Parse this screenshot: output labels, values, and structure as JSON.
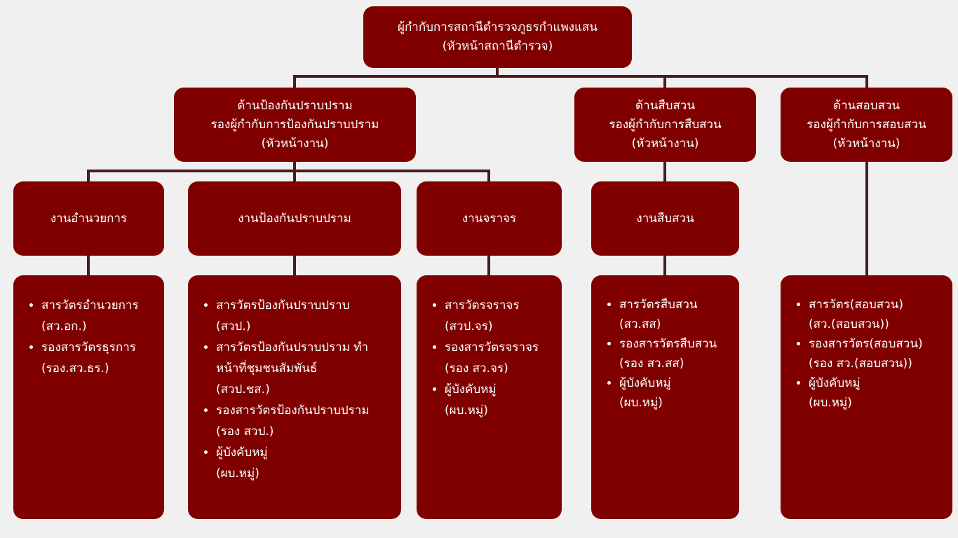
{
  "head": {
    "title": "ผู้กำกับการสถานีตำรวจภูธรกำแพงแสน",
    "subtitle": "(หัวหน้าสถานีตำรวจ)"
  },
  "divisions": [
    {
      "line1": "ด้านป้องกันปราบปราม",
      "line2": "รองผู้กำกับการป้องกันปราบปราม",
      "line3": "(หัวหน้างาน)"
    },
    {
      "line1": "ด้านสืบสวน",
      "line2": "รองผู้กำกับการสืบสวน",
      "line3": "(หัวหน้างาน)"
    },
    {
      "line1": "ด้านสอบสวน",
      "line2": "รองผู้กำกับการสอบสวน",
      "line3": "(หัวหน้างาน)"
    }
  ],
  "units": [
    "งานอำนวยการ",
    "งานป้องกันปราบปราม",
    "งานจราจร",
    "งานสืบสวน"
  ],
  "staff": [
    [
      {
        "name": "สารวัตรอำนวยการ",
        "abbr": "(สว.อก.)"
      },
      {
        "name": "รองสารวัตรธุรการ",
        "abbr": "(รอง.สว.ธร.)"
      }
    ],
    [
      {
        "name": "สารวัตรป้องกันปราบปราบ",
        "abbr": "(สวป.)"
      },
      {
        "name": "สารวัตรป้องกันปราบปราม ทำหน้าที่ชุมชนสัมพันธ์",
        "abbr": "(สวป.ชส.)"
      },
      {
        "name": "รองสารวัตรป้องกันปราบปราม",
        "abbr": "(รอง สวป.)"
      },
      {
        "name": "ผู้บังคับหมู่",
        "abbr": "(ผบ.หมู่)"
      }
    ],
    [
      {
        "name": "สารวัตรจราจร",
        "abbr": "(สวป.จร)"
      },
      {
        "name": "รองสารวัตรจราจร",
        "abbr": "(รอง สว.จร)"
      },
      {
        "name": "ผู้บังคับหมู่",
        "abbr": "(ผบ.หมู่)"
      }
    ],
    [
      {
        "name": "สารวัตรสืบสวน",
        "abbr": "(สว.สส)"
      },
      {
        "name": "รองสารวัตรสืบสวน",
        "abbr": "(รอง สว.สส)"
      },
      {
        "name": "ผู้บังคับหมู่",
        "abbr": "(ผบ.หมู่)"
      }
    ],
    [
      {
        "name": "สารวัตร(สอบสวน)",
        "abbr": "(สว.(สอบสวน))"
      },
      {
        "name": "รองสารวัตร(สอบสวน)",
        "abbr": "(รอง สว.(สอบสวน))"
      },
      {
        "name": "ผู้บังคับหมู่",
        "abbr": "(ผบ.หมู่)"
      }
    ]
  ]
}
